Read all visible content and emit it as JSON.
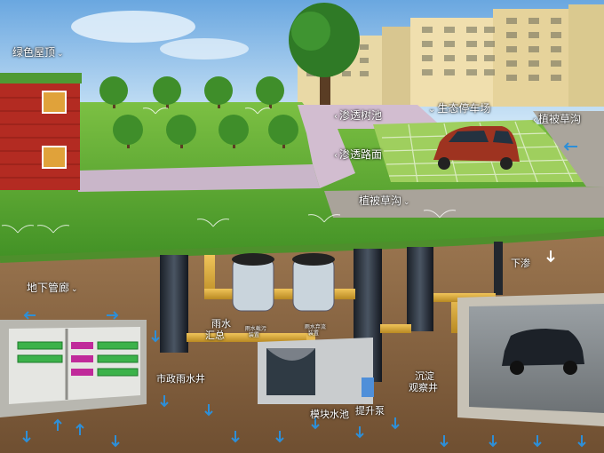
{
  "labels": {
    "green_roof": "绿色屋顶",
    "permeable_tree_pool": "渗透树池",
    "eco_parking": "生态停车场",
    "vegetated_swale_right": "植被草沟",
    "permeable_pavement": "渗透路面",
    "vegetated_swale_bottom": "植被草沟",
    "utility_tunnel": "地下管廊",
    "seepage": "下渗",
    "rain_collection": "雨水\n汇总",
    "rain_filter": "雨水截污\n装置",
    "rain_diversion": "雨水弃流\n装置",
    "municipal_rain_well": "市政雨水井",
    "module_tank": "模块水池",
    "lift_pump": "提升泵",
    "sedimentation_well": "沉淀\n观察井"
  },
  "colors": {
    "sky": "#7fb6e6",
    "grass": "#5fae33",
    "soil": "#8a6642",
    "pipe_yellow": "#d7a83a",
    "water_arrow": "#2d8fd8",
    "building_red": "#b02a22"
  }
}
